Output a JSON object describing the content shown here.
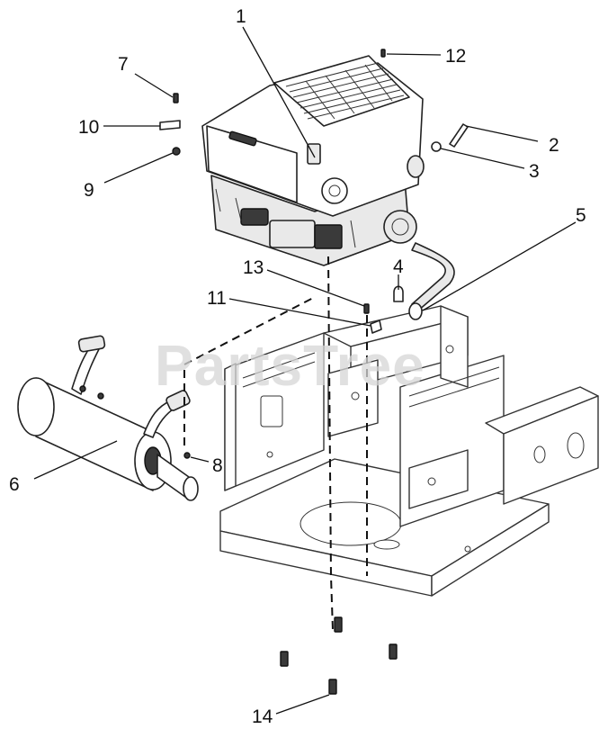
{
  "watermark": "PartsTree",
  "callouts": [
    {
      "id": "1",
      "label": "1"
    },
    {
      "id": "2",
      "label": "2"
    },
    {
      "id": "3",
      "label": "3"
    },
    {
      "id": "4",
      "label": "4"
    },
    {
      "id": "5",
      "label": "5"
    },
    {
      "id": "6",
      "label": "6"
    },
    {
      "id": "7",
      "label": "7"
    },
    {
      "id": "8",
      "label": "8"
    },
    {
      "id": "9",
      "label": "9"
    },
    {
      "id": "10",
      "label": "10"
    },
    {
      "id": "11",
      "label": "11"
    },
    {
      "id": "12",
      "label": "12"
    },
    {
      "id": "13",
      "label": "13"
    },
    {
      "id": "14",
      "label": "14"
    }
  ]
}
